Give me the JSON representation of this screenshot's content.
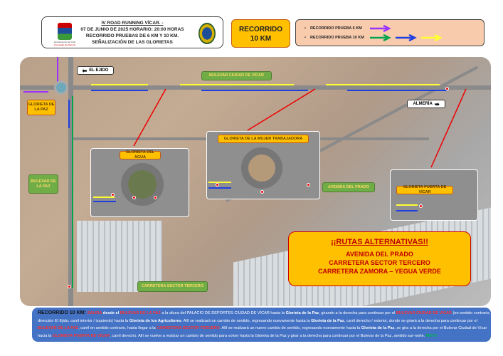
{
  "header": {
    "line1": "IV ROAD RUNNING VÍCAR. -",
    "line2": "07 DE JUNIO DE 2025 HORARIO: 20:00 HORAS",
    "line3": "RECORRIDO PRUEBAS DE 6 KM Y 10 KM.",
    "line4": "SEÑALIZACIÓN DE LAS GLORIETAS",
    "logo_left_text": "Ayuntamiento de Vícar",
    "logo_left_sub": "Concejalía del Deporte"
  },
  "badge": {
    "line1": "RECORRIDO",
    "line2": "10 KM"
  },
  "legend": {
    "items": [
      {
        "label": "RECORRIDO PRUEBA 6 KM",
        "colors": [
          "#9933ff"
        ]
      },
      {
        "label": "RECORRIDO PRUEBA 10 KM",
        "colors": [
          "#00a550",
          "#1f3fe0",
          "#ffff33"
        ]
      }
    ]
  },
  "map": {
    "labels": {
      "el_ejido": "EL EJIDO",
      "bulevar_ciudad": "BULEVAR CIUDAD DE VÍCAR",
      "glorieta_paz": "GLORIETA DE LA PAZ",
      "almeria": "ALMERÍA",
      "bulevar_paz": "BULEVAR DE LA PAZ",
      "avenida_prado": "AVENIDA DEL PRADO",
      "carretera_sector": "CARRETERA SECTOR TERCERO"
    },
    "insets": {
      "agua": "GLORIETA DEL AGUA",
      "mujer": "GLORIETA DE LA MUJER TRABAJADORA",
      "puerta": "GLORIETA PUERTA DE VÍCAR"
    }
  },
  "alternatives": {
    "title": "¡¡RUTAS ALTERNATIVAS!!",
    "items": [
      "AVENIDA DEL PRADO",
      "CARRETERA SECTOR TERCERO",
      "CARRETERA ZAMORA – YEGUA VERDE"
    ]
  },
  "description": {
    "l1": [
      "RECORRIDO 10 KM: ",
      "SALIDA",
      " desde el ",
      "BULEVAR DE LA PAZ",
      " a la altura del PALACIO DE DEPORTES CIUDAD DE VÍCAR hasta la ",
      "Glorieta de la Paz",
      ", girando a la derecha para continuar por el ",
      "BULEVAR CIUDAD DE VÍCAR",
      " (en sentido contrario,"
    ],
    "l2": [
      "dirección El Ejido, carril interior / izquierdo) hasta la ",
      "Glorieta de los Agricultores",
      ". Allí se realizará un cambio de sentido, regresando nuevamente hasta la ",
      "Glorieta de la Paz",
      ", carril derecho / exterior, donde se girará a la derecha para continuar por el"
    ],
    "l3": [
      "BULEVAR DE LA PAZ",
      ", carril en sentido contrario, hasta llegar a la ",
      "CARRETERA SECTOR TERCERO",
      ". Allí se realizará un nuevo cambio de sentido, regresando nuevamente hasta la ",
      "Glorieta de la Paz",
      ", se gira a la derecha por el Bulevar Ciudad de Vícar"
    ],
    "l4": [
      "hacia la ",
      "GLORIETA PUERTA DE VÍCAR",
      ", carril derecho. Allí se vuelve a realizar un cambio de sentido para volver hasta la Glorieta de la Paz y girar a la derecha para continuar por el Bulevar de la Paz, sentido sur-norte. ",
      "META"
    ]
  }
}
